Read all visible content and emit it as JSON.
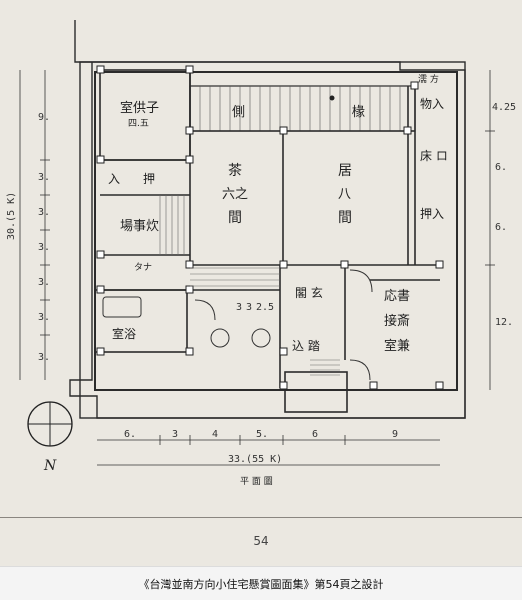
{
  "rooms": {
    "childroom_l1": "室供子",
    "childroom_l2": "四.五",
    "engawa_l": "側",
    "engawa_r": "椽",
    "closet_top_l": "入",
    "closet_top_r": "押",
    "kitchen_l1": "場事炊",
    "chanoma_l1": "茶",
    "chanoma_l2": "六之",
    "chanoma_l3": "間",
    "ima_l1": "居",
    "ima_l2": "八",
    "ima_l3": "間",
    "oshiire_top": "物入",
    "tokonoma": "床 ロ",
    "oshiire_r": "押入",
    "hall": "閣 玄",
    "study_l1": "応書",
    "study_l2": "接斎",
    "study_l3": "室兼",
    "bath": "室浴",
    "genkan_step": "込 踏",
    "shelf": "タナ",
    "kanji_corner": "濡 方"
  },
  "dimensions": {
    "left_total": "30.(5 K)",
    "left_1": "9.",
    "left_2": "3.",
    "left_3": "3.",
    "left_4": "3.",
    "left_5": "3.",
    "left_6": "3.",
    "left_7": "3.",
    "right_1": "4.25",
    "right_2": "6.",
    "right_3": "6.",
    "right_4": "12.",
    "bottom_1": "6.",
    "bottom_2": "3",
    "bottom_3": "4",
    "bottom_4": "5.",
    "bottom_5": "6",
    "bottom_6": "9",
    "bottom_total": "33.(55 K)",
    "inner_1": "3",
    "inner_2": "3",
    "inner_3": "2.5"
  },
  "north_label": "N",
  "plan_title": "平 面 圖",
  "page_number": "54",
  "caption": "《台灣並南方向小住宅懸賞圖面集》第54頁之設計"
}
